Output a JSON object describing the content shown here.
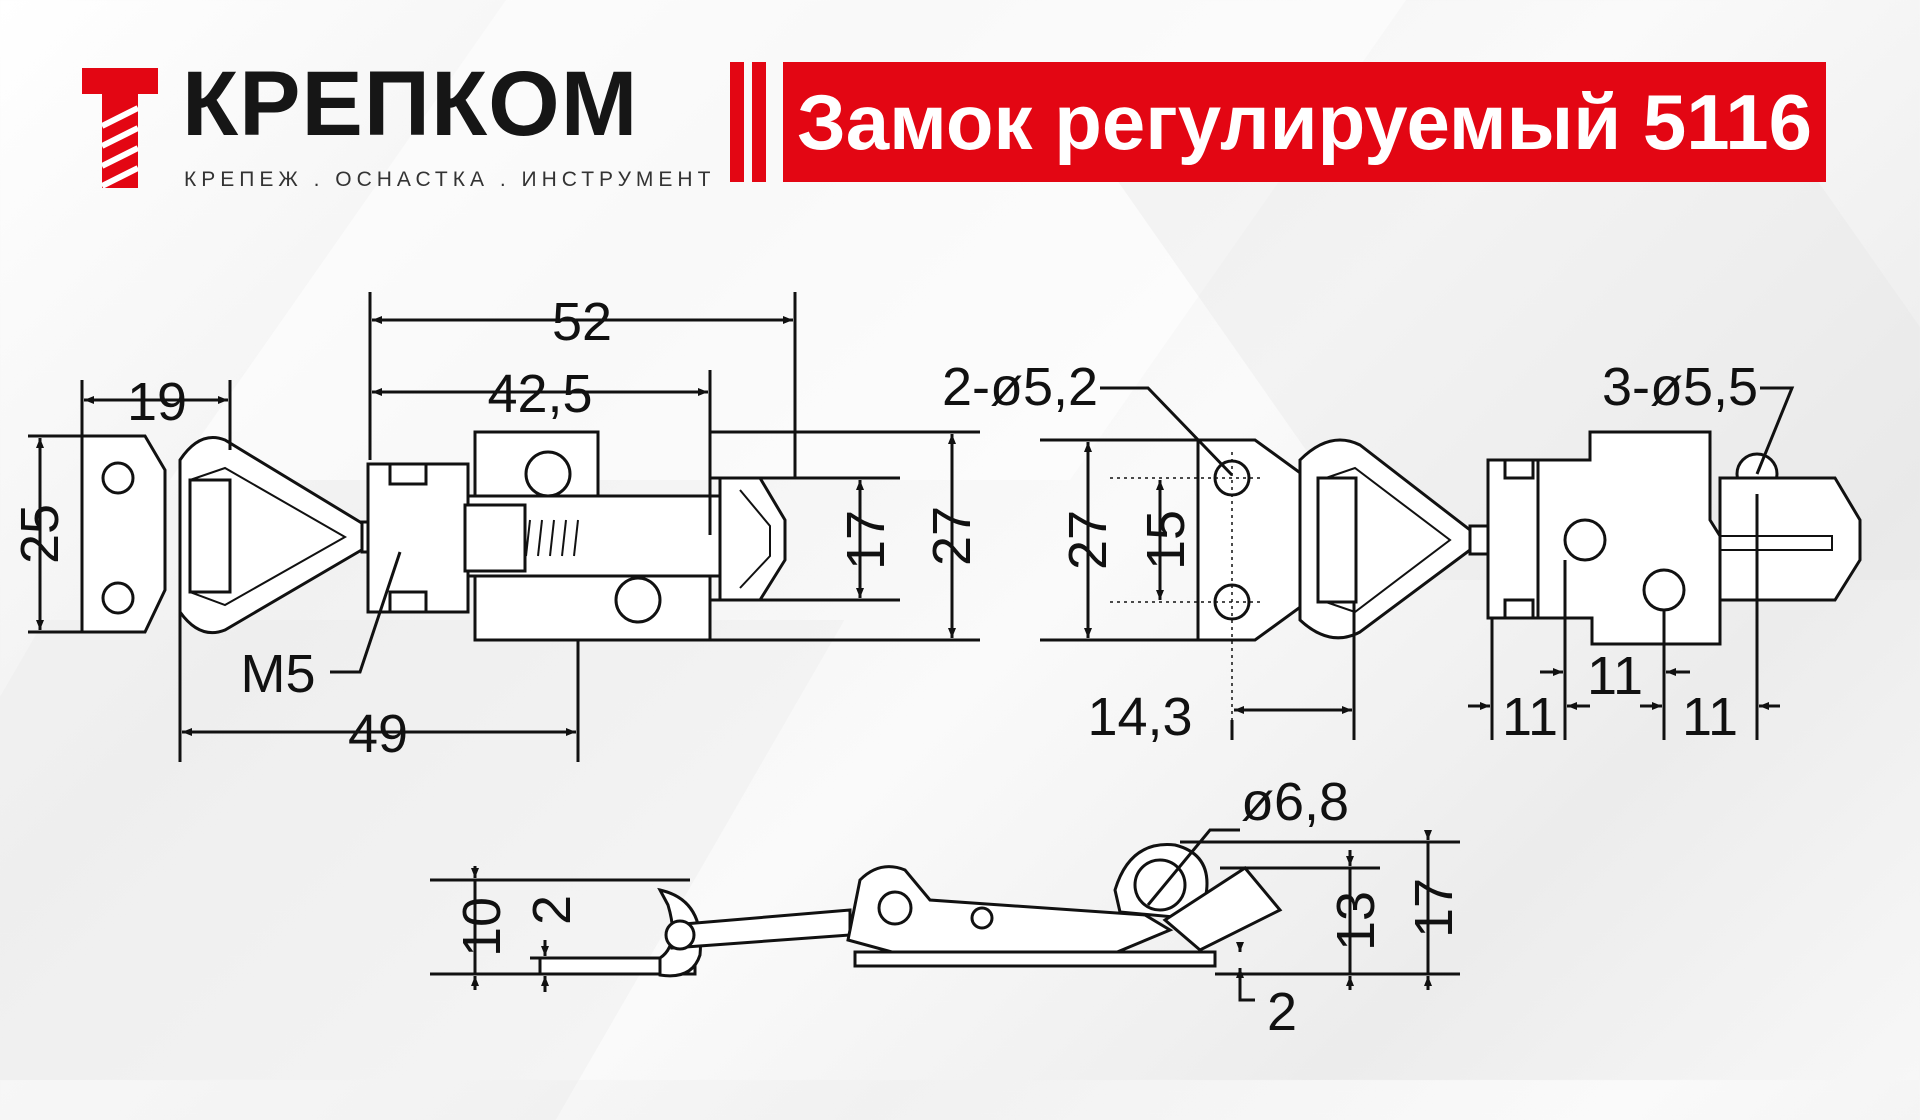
{
  "brand": {
    "name": "КРЕПКОМ",
    "tagline": "КРЕПЕЖ . ОСНАСТКА . ИНСТРУМЕНТ",
    "color": "#e30613"
  },
  "title": "Замок регулируемый 5116",
  "dimensions": {
    "top_left": {
      "overall_length": "52",
      "hook_length": "42,5",
      "plate_width": "19",
      "plate_height": "25",
      "inner_height": "17",
      "body_height": "27",
      "thread": "M5",
      "total_length": "49"
    },
    "top_right": {
      "holes_left": "2-ø5,2",
      "holes_right": "3-ø5,5",
      "height": "27",
      "hole_spacing": "15",
      "offset": "14,3",
      "spacing_a": "11",
      "spacing_b": "11",
      "spacing_c": "11"
    },
    "side": {
      "hole_dia": "ø6,8",
      "base_height": "10",
      "plate_thickness": "2",
      "mid_height": "13",
      "total_height": "17",
      "base_thickness": "2"
    }
  }
}
